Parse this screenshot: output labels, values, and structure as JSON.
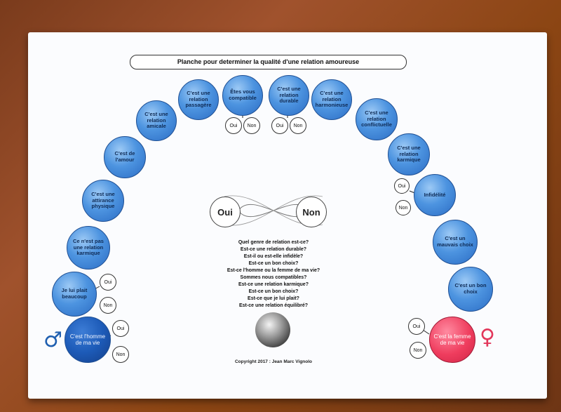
{
  "title": "Planche pour determiner la qualité d'une relation amoureuse",
  "yes": "Oui",
  "no": "Non",
  "bubbles": {
    "passagere": "C'est une\nrelation\npassagère",
    "compatible": "Êtes vous\ncompatible",
    "durable": "C'est une\nrelation\ndurable",
    "harmonieuse": "C'est une\nrelation\nharmonieuse",
    "amicale": "C'est une\nrelation\namicale",
    "conflictuelle": "C'est une\nrelation\nconflictuelle",
    "amour": "C'est de\nl'amour",
    "karmique": "C'est une\nrelation\nkarmique",
    "attirance": "C'est une\nattirance\nphysique",
    "infidelite": "Infidélité",
    "non_karmique": "Ce n'est pas\nune relation\nkarmique",
    "mauvais_choix": "C'est un\nmauvais choix",
    "plait": "Je lui plait\nbeaucoup",
    "bon_choix": "C'est un bon\nchoix",
    "homme": "C'est l'homme\nde ma vie",
    "femme": "C'est la femme\nde  ma vie"
  },
  "questions": [
    "Quel genre de relation est-ce?",
    "Est-ce une relation durable?",
    "Est-il ou est-elle infidèle?",
    "Est-ce un bon choix?",
    "Est-ce l'homme ou la femme de ma vie?",
    "Sommes nous compatibles?",
    "Est-ce une relation karmique?",
    "Est-ce un bon choix?",
    "Est-ce que je lui plait?",
    "Est-ce une relation équilibré?"
  ],
  "copyright": "Copyright 2017 : Jean Marc Vignolo",
  "symbols": {
    "male": "♂",
    "female": "♀"
  },
  "colors": {
    "bubble_blue": "#4d94e0",
    "male_blue": "#1d5bb8",
    "female_pink": "#ef3d5e",
    "symbol_male": "#1f5fb0",
    "symbol_female": "#e2365a"
  }
}
